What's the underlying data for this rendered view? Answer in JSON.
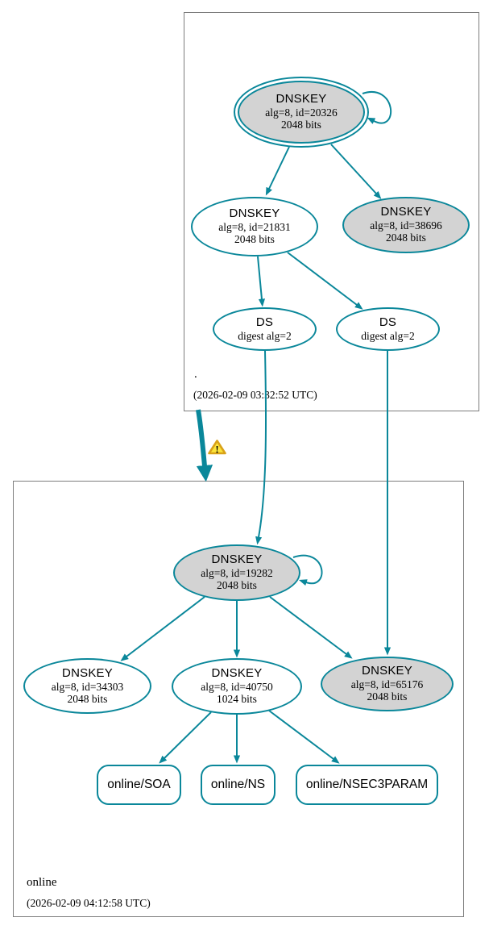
{
  "colors": {
    "secure_teal": "#0a879a",
    "node_gray_fill": "#d3d3d3",
    "node_white_fill": "#ffffff",
    "zone_box_border": "#7d7d7d",
    "warning_fill": "#fbe43b",
    "warning_border": "#d9a218"
  },
  "zones": {
    "root": {
      "label": ".",
      "timestamp": "(2026-02-09 03:32:52 UTC)"
    },
    "online": {
      "label": "online",
      "timestamp": "(2026-02-09 04:12:58 UTC)"
    }
  },
  "nodes": {
    "root_ksk_20326": {
      "title": "DNSKEY",
      "detail1": "alg=8, id=20326",
      "detail2": "2048 bits"
    },
    "root_zsk_21831": {
      "title": "DNSKEY",
      "detail1": "alg=8, id=21831",
      "detail2": "2048 bits"
    },
    "root_dnskey_38696": {
      "title": "DNSKEY",
      "detail1": "alg=8, id=38696",
      "detail2": "2048 bits"
    },
    "ds_left": {
      "title": "DS",
      "detail1": "digest alg=2"
    },
    "ds_right": {
      "title": "DS",
      "detail1": "digest alg=2"
    },
    "online_ksk_19282": {
      "title": "DNSKEY",
      "detail1": "alg=8, id=19282",
      "detail2": "2048 bits"
    },
    "online_dnskey_34303": {
      "title": "DNSKEY",
      "detail1": "alg=8, id=34303",
      "detail2": "2048 bits"
    },
    "online_zsk_40750": {
      "title": "DNSKEY",
      "detail1": "alg=8, id=40750",
      "detail2": "1024 bits"
    },
    "online_dnskey_65176": {
      "title": "DNSKEY",
      "detail1": "alg=8, id=65176",
      "detail2": "2048 bits"
    },
    "rrset_soa": {
      "label": "online/SOA"
    },
    "rrset_ns": {
      "label": "online/NS"
    },
    "rrset_nsec3param": {
      "label": "online/NSEC3PARAM"
    }
  },
  "icons": {
    "warning_glyph": "!"
  }
}
